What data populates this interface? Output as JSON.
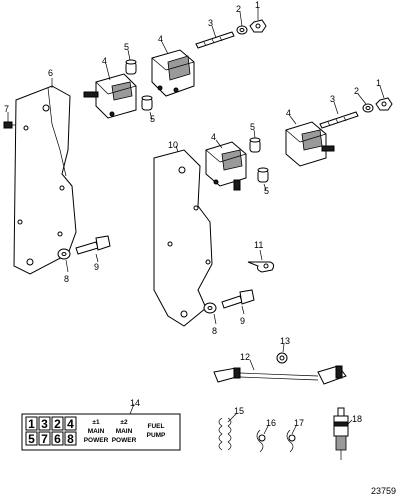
{
  "callouts": {
    "c1a": "1",
    "c2a": "2",
    "c3a": "3",
    "c4a": "4",
    "c4b": "4",
    "c5a": "5",
    "c5b": "5",
    "c6": "6",
    "c7": "7",
    "c1b": "1",
    "c2b": "2",
    "c3b": "3",
    "c4c": "4",
    "c4d": "4",
    "c5c": "5",
    "c5d": "5",
    "c10": "10",
    "c8a": "8",
    "c9a": "9",
    "c11": "11",
    "c8b": "8",
    "c9b": "9",
    "c12": "12",
    "c13": "13",
    "c14": "14",
    "c15": "15",
    "c16": "16",
    "c17": "17",
    "c18": "18"
  },
  "decal": {
    "cylinders": [
      "1",
      "3",
      "2",
      "4",
      "5",
      "7",
      "6",
      "8"
    ],
    "main1": [
      "±1",
      "MAIN",
      "POWER"
    ],
    "main2": [
      "±2",
      "MAIN",
      "POWER"
    ],
    "fuel": [
      "FUEL",
      "PUMP"
    ]
  },
  "figure_number": "23759"
}
